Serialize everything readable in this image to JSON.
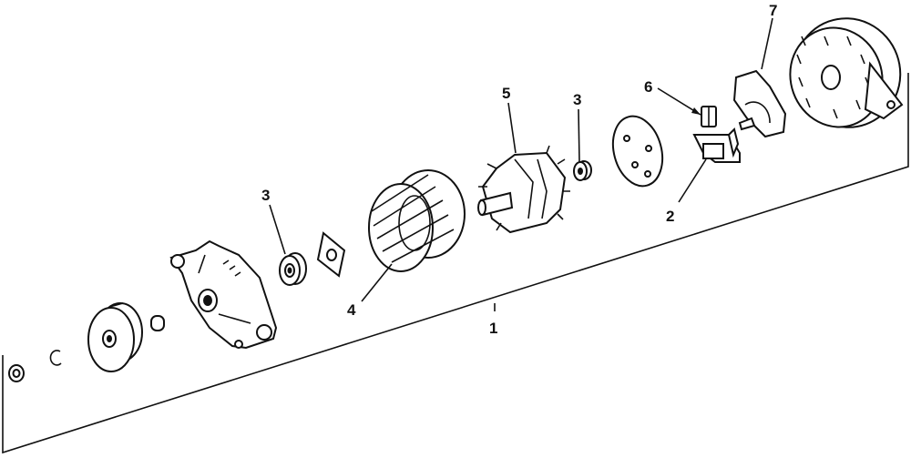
{
  "diagram": {
    "callouts": [
      {
        "id": "1",
        "text": "1"
      },
      {
        "id": "2",
        "text": "2"
      },
      {
        "id": "3a",
        "text": "3"
      },
      {
        "id": "3b",
        "text": "3"
      },
      {
        "id": "4",
        "text": "4"
      },
      {
        "id": "5",
        "text": "5"
      },
      {
        "id": "6",
        "text": "6"
      },
      {
        "id": "7",
        "text": "7"
      }
    ],
    "line_color": "#111111",
    "background": "#ffffff"
  }
}
